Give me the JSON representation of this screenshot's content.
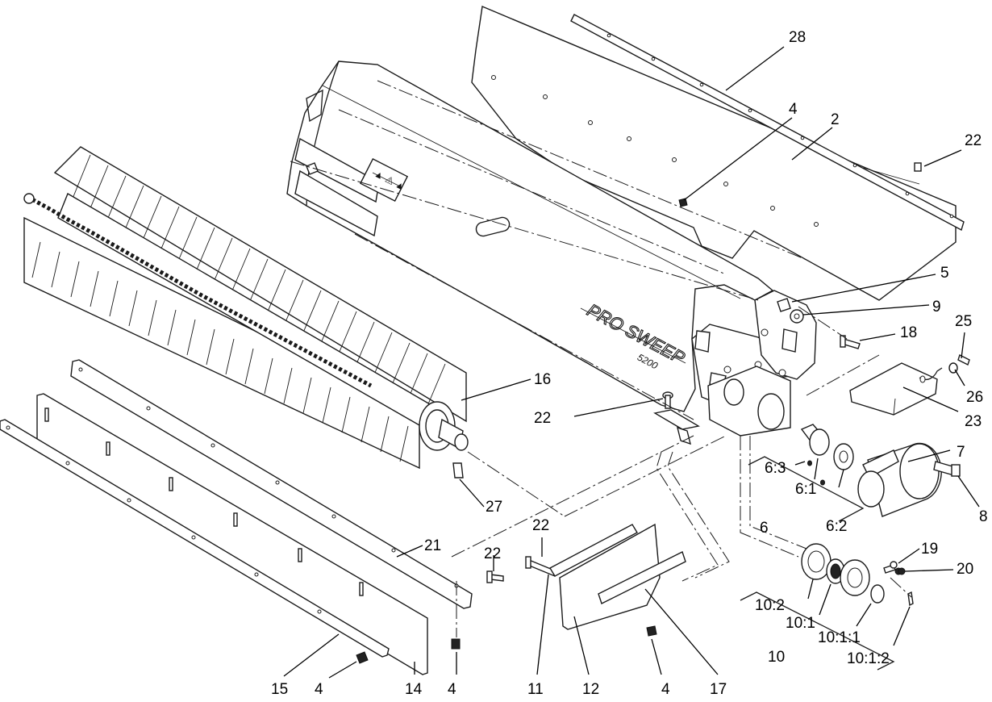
{
  "diagram": {
    "hood_logo": {
      "brand": "PRO SWEEP",
      "model": "5200"
    },
    "callouts": [
      {
        "id": "c28",
        "text": "28"
      },
      {
        "id": "c4a",
        "text": "4"
      },
      {
        "id": "c2",
        "text": "2"
      },
      {
        "id": "c22a",
        "text": "22"
      },
      {
        "id": "c5",
        "text": "5"
      },
      {
        "id": "c9",
        "text": "9"
      },
      {
        "id": "c18",
        "text": "18"
      },
      {
        "id": "c25",
        "text": "25"
      },
      {
        "id": "c26",
        "text": "26"
      },
      {
        "id": "c23",
        "text": "23"
      },
      {
        "id": "c16",
        "text": "16"
      },
      {
        "id": "c22b",
        "text": "22"
      },
      {
        "id": "c7",
        "text": "7"
      },
      {
        "id": "c63",
        "text": "6:3"
      },
      {
        "id": "c8",
        "text": "8"
      },
      {
        "id": "c61",
        "text": "6:1"
      },
      {
        "id": "c62",
        "text": "6:2"
      },
      {
        "id": "c6",
        "text": "6"
      },
      {
        "id": "c27",
        "text": "27"
      },
      {
        "id": "c21",
        "text": "21"
      },
      {
        "id": "c22c",
        "text": "22"
      },
      {
        "id": "c22d",
        "text": "22"
      },
      {
        "id": "c19",
        "text": "19"
      },
      {
        "id": "c20",
        "text": "20"
      },
      {
        "id": "c102",
        "text": "10:2"
      },
      {
        "id": "c101",
        "text": "10:1"
      },
      {
        "id": "c1011",
        "text": "10:1:1"
      },
      {
        "id": "c10",
        "text": "10"
      },
      {
        "id": "c1012",
        "text": "10:1:2"
      },
      {
        "id": "c15",
        "text": "15"
      },
      {
        "id": "c4b",
        "text": "4"
      },
      {
        "id": "c14",
        "text": "14"
      },
      {
        "id": "c4c",
        "text": "4"
      },
      {
        "id": "c11",
        "text": "11"
      },
      {
        "id": "c12",
        "text": "12"
      },
      {
        "id": "c4d",
        "text": "4"
      },
      {
        "id": "c17",
        "text": "17"
      }
    ]
  }
}
